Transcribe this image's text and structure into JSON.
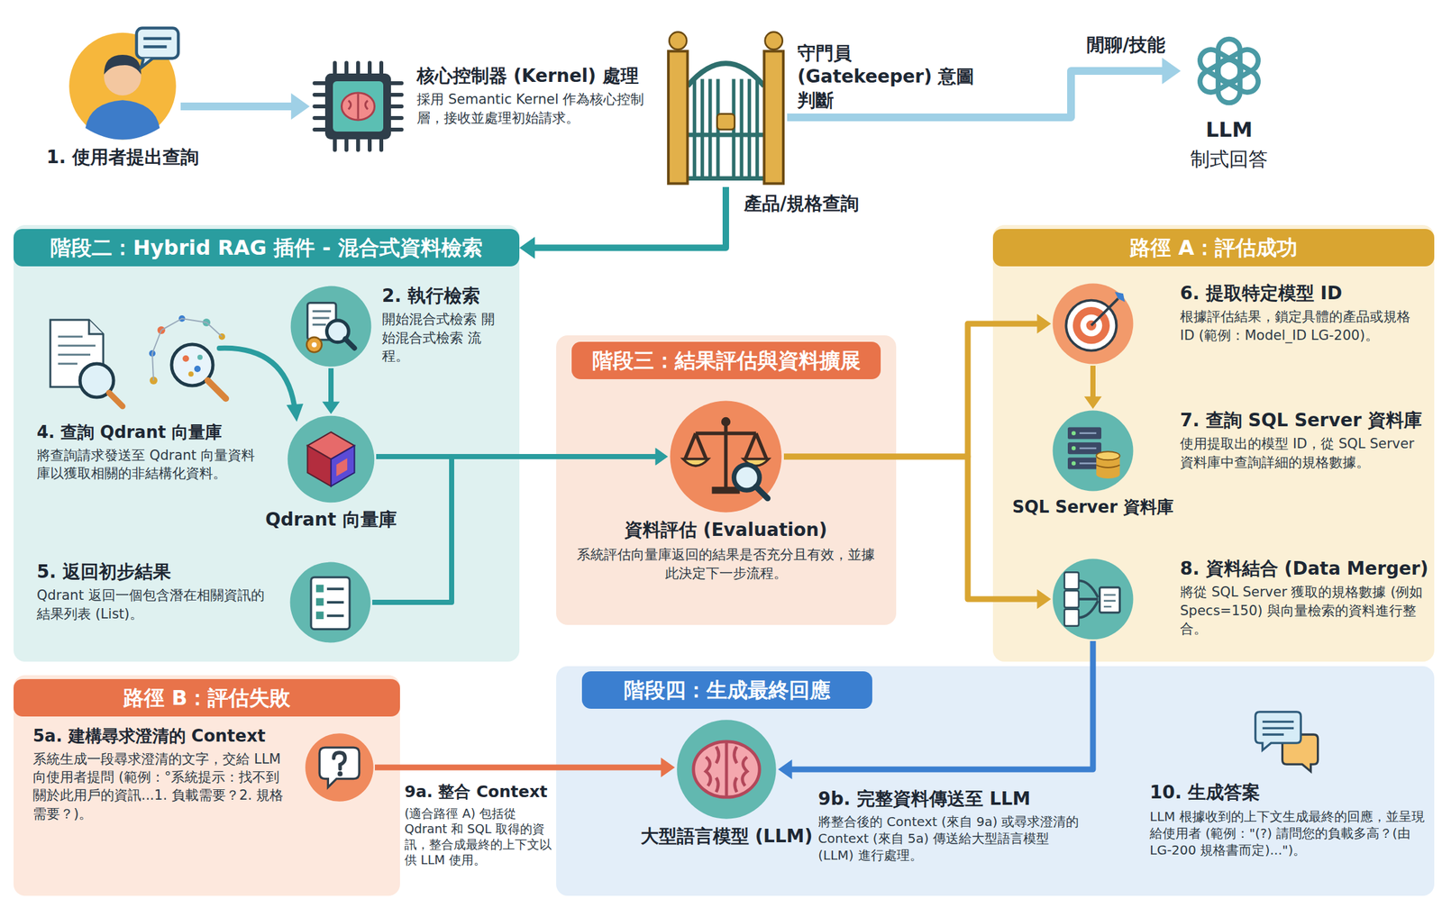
{
  "diagram": {
    "nodes": [
      {
        "text": [
          "1. 使用者提出查詢"
        ]
      },
      {
        "text": [
          "核心控制器 (Kernel) 處理",
          "採用 Semantic Kernel 作為核心控制層，接收並處理初始請求。"
        ]
      },
      {
        "text": [
          "守門員 (Gatekeeper) 意圖判斷"
        ]
      },
      {
        "text": [
          "LLM",
          "制式回答"
        ]
      },
      {
        "text": [
          "階段二：Hybrid RAG 插件 - 混合式資料檢索"
        ]
      },
      {
        "text": [
          "2. 執行檢索",
          "開始混合式檢索 開始混合式檢索 流程。"
        ],
        "in": 4
      },
      {
        "text": [
          "4. 查詢 Qdrant 向量庫",
          "將查詢請求發送至 Qdrant 向量資料庫以獲取相關的非結構化資料。"
        ],
        "in": 4
      },
      {
        "text": [
          "Qdrant 向量庫"
        ],
        "in": 4
      },
      {
        "text": [
          "5. 返回初步結果",
          "Qdrant 返回一個包含潛在相關資訊的結果列表 (List)。"
        ],
        "in": 4
      },
      {
        "text": [
          "階段三：結果評估與資料擴展"
        ]
      },
      {
        "text": [
          "資料評估 (Evaluation)",
          "系統評估向量庫返回的結果是否充分且有效，並據此決定下一步流程。"
        ],
        "in": 9
      },
      {
        "text": [
          "路徑 A：評估成功"
        ]
      },
      {
        "text": [
          "6. 提取特定模型 ID",
          "根據評估結果，鎖定具體的產品或規格 ID (範例：Model_ID LG-200)。"
        ],
        "in": 11
      },
      {
        "text": [
          "7. 查詢 SQL Server 資料庫",
          "使用提取出的模型 ID，從 SQL Server 資料庫中查詢詳細的規格數據。",
          "SQL Server 資料庫"
        ],
        "in": 11
      },
      {
        "text": [
          "8. 資料結合 (Data Merger)",
          "將從 SQL Server 獲取的規格數據 (例如 Specs=150) 與向量檢索的資料進行整合。"
        ],
        "in": 11
      },
      {
        "text": [
          "路徑 B：評估失敗"
        ]
      },
      {
        "text": [
          "5a. 建構尋求澄清的 Context",
          "系統生成一段尋求澄清的文字，交給 LLM 向使用者提問 (範例：°系統提示：找不到關於此用戶的資訊...1. 負載需要？2. 規格需要？)。"
        ],
        "in": 15
      },
      {
        "text": [
          "階段四：生成最終回應"
        ]
      },
      {
        "text": [
          "9a. 整合 Context",
          "(適合路徑 A) 包括從 Qdrant 和 SQL 取得的資訊，整合成最終的上下文以供 LLM 使用。"
        ]
      },
      {
        "text": [
          "大型語言模型 (LLM)"
        ],
        "in": 17
      },
      {
        "text": [
          "9b. 完整資料傳送至 LLM",
          "將整合後的 Context (來自 9a) 或尋求澄清的 Context (來自 5a) 傳送給大型語言模型 (LLM) 進行處理。"
        ],
        "in": 17
      },
      {
        "text": [
          "10. 生成答案",
          "LLM 根據收到的上下文生成最終的回應，並呈現給使用者 (範例：\"(?) 請問您的負載多高？(由 LG-200 規格書而定)...\")。"
        ],
        "in": 17
      }
    ],
    "edges": [
      {
        "from": 0,
        "to": 1,
        "arrow": "to"
      },
      {
        "from": 2,
        "to": 3,
        "label": "閒聊/技能",
        "arrow": "to"
      },
      {
        "from": 2,
        "to": 4,
        "label": "產品/規格查詢",
        "arrow": "to"
      },
      {
        "from": 5,
        "to": 7,
        "arrow": "to"
      },
      {
        "from": 7,
        "to": 10,
        "arrow": "to"
      },
      {
        "from": 8,
        "to": 10,
        "arrow": "to"
      },
      {
        "from": 10,
        "to": 12,
        "arrow": "to"
      },
      {
        "from": 10,
        "to": 14,
        "arrow": "to"
      },
      {
        "from": 12,
        "to": 13,
        "arrow": "to"
      },
      {
        "from": 14,
        "to": 19,
        "arrow": "to"
      },
      {
        "from": 16,
        "to": 19,
        "arrow": "to"
      }
    ]
  }
}
